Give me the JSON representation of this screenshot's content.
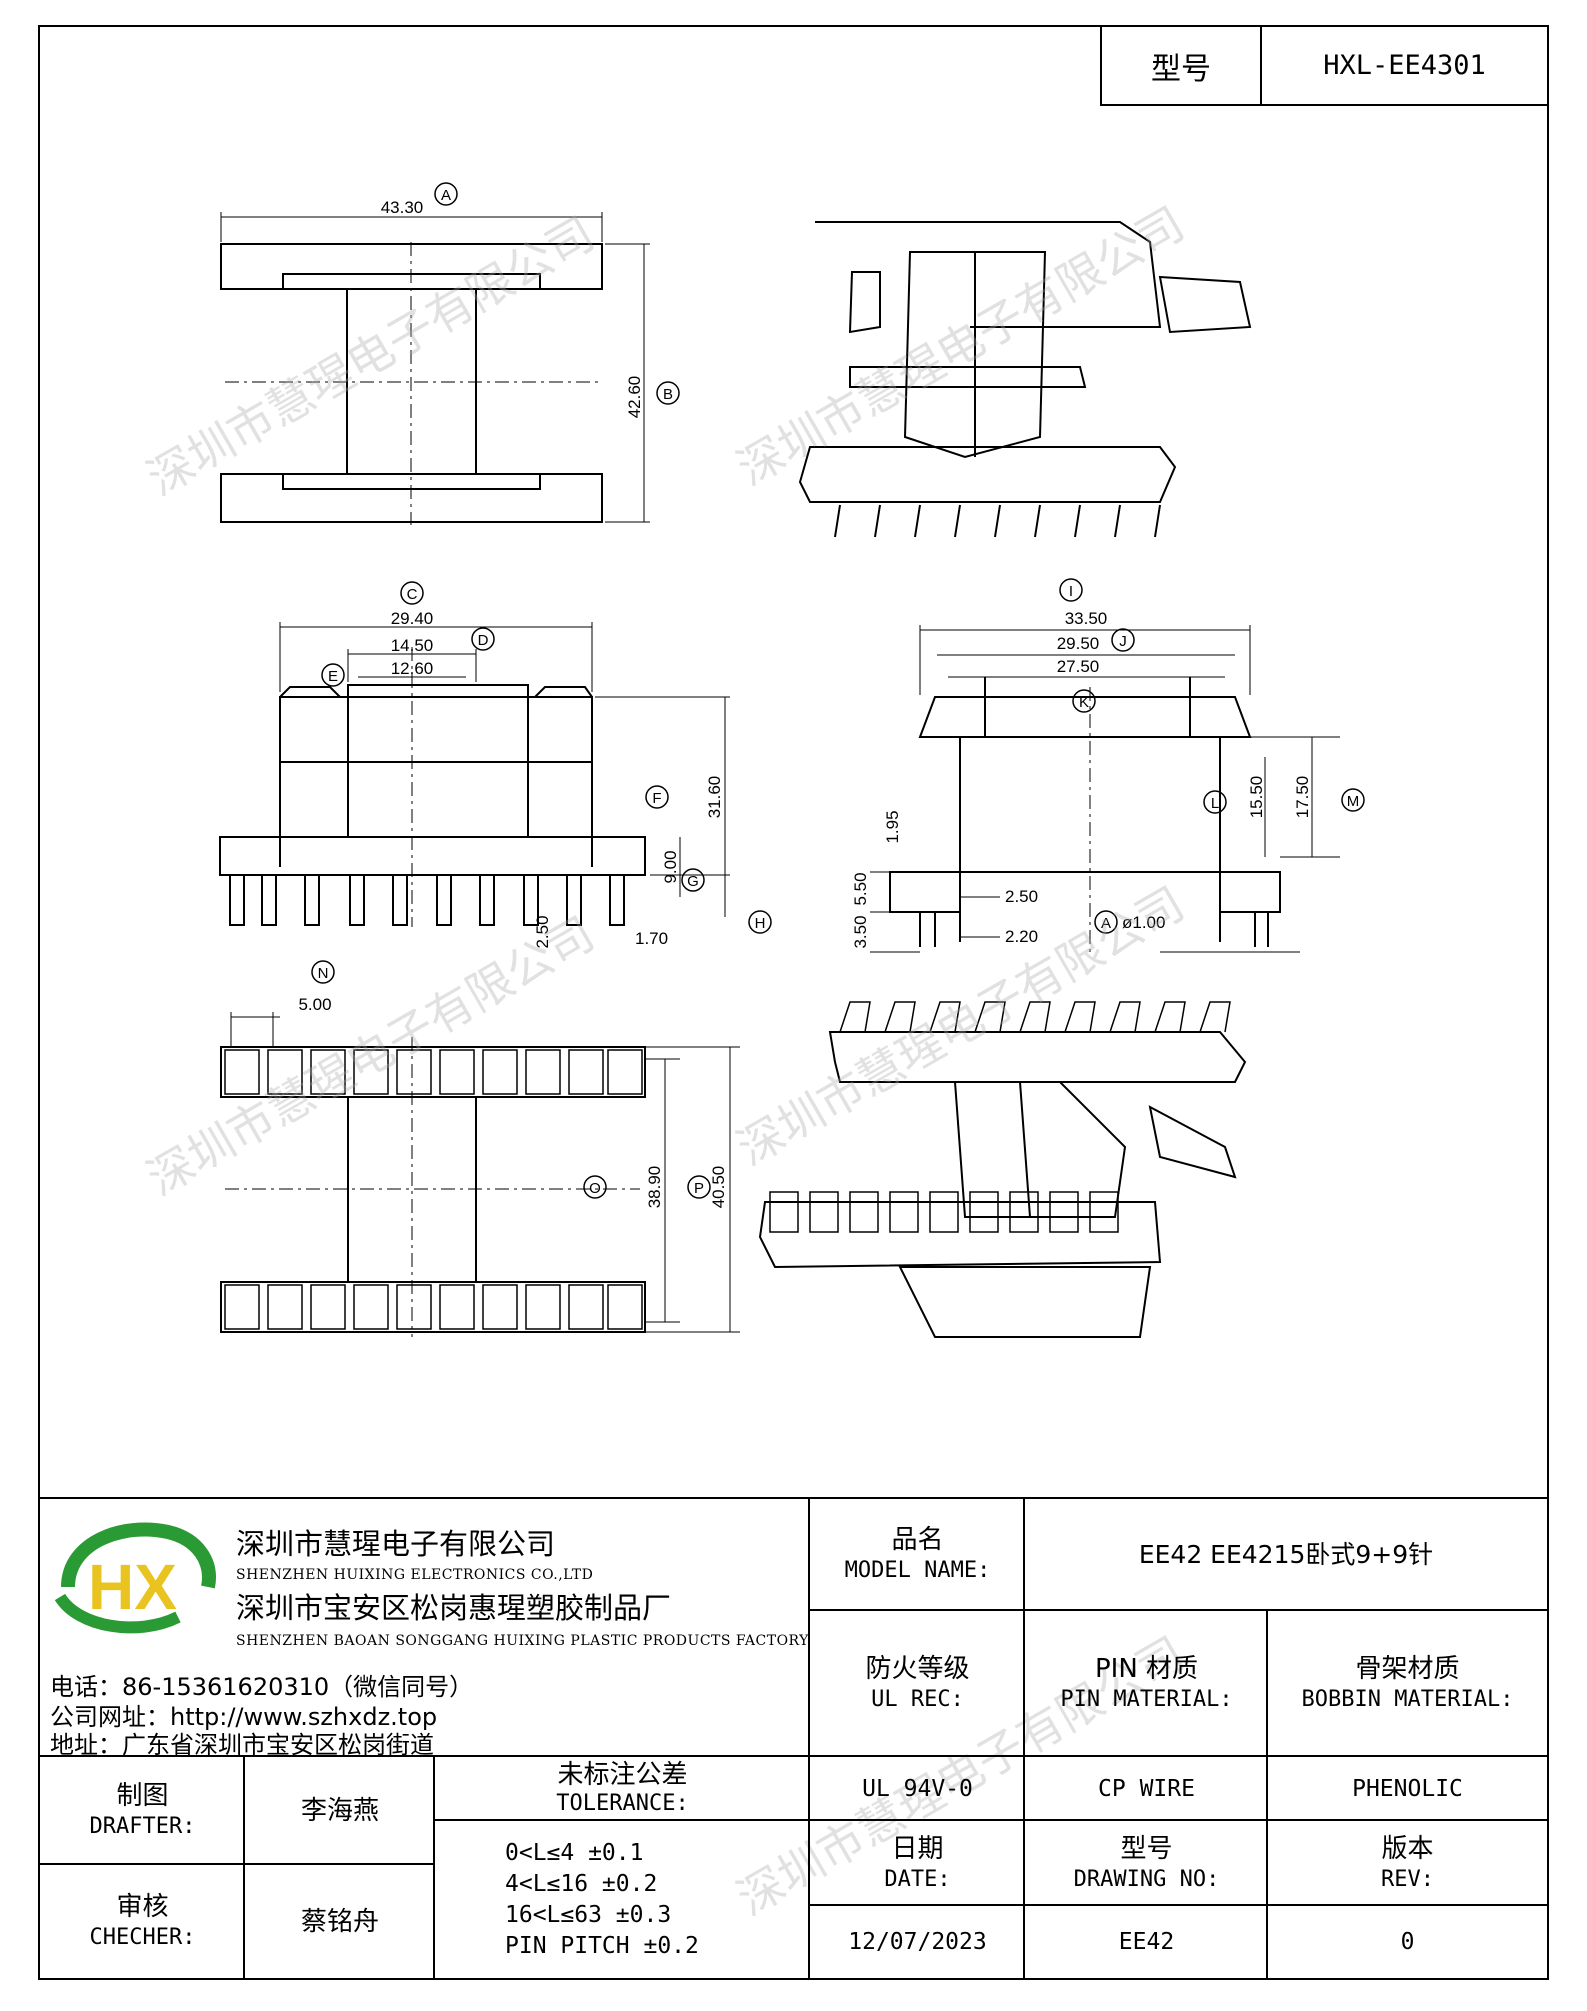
{
  "header": {
    "model_label": "型号",
    "model_value": "HXL-EE4301"
  },
  "dimensions": {
    "top_view": {
      "A_label": "A",
      "A": "43.30",
      "B_label": "B",
      "B": "42.60"
    },
    "front_view": {
      "C_label": "C",
      "C": "29.40",
      "D_label": "D",
      "D": "14.50",
      "E_label": "E",
      "E": "12.60",
      "F_label": "F",
      "F": "31.60",
      "G_label": "G",
      "G": "9.00",
      "pin_len": "2.50",
      "pin_w": "1.70"
    },
    "side_view": {
      "I_label": "I",
      "I": "33.50",
      "J_label": "J",
      "J": "29.50",
      "K_label": "K",
      "K": "27.50",
      "L_label": "L",
      "L": "15.50",
      "M_label": "M",
      "M": "17.50",
      "H_label": "H",
      "d1": "1.95",
      "d2": "5.50",
      "d3": "3.50",
      "d4": "2.50",
      "d5": "2.20",
      "dia_label": "A",
      "dia": "ø1.00"
    },
    "bottom_view": {
      "N_label": "N",
      "N": "5.00",
      "O_label": "O",
      "O": "38.90",
      "P_label": "P",
      "P": "40.50"
    }
  },
  "watermark": "深圳市慧瑆电子有限公司",
  "company": {
    "name_cn": "深圳市慧瑆电子有限公司",
    "name_en": "SHENZHEN HUIXING ELECTRONICS CO.,LTD",
    "factory_cn": "深圳市宝安区松岗惠瑆塑胶制品厂",
    "factory_en": "SHENZHEN BAOAN SONGGANG HUIXING PLASTIC PRODUCTS FACTORY",
    "phone": "电话：86-15361620310（微信同号）",
    "website": "公司网址：http://www.szhxdz.top",
    "address": "地址：广东省深圳市宝安区松岗街道",
    "logo_text": "HX",
    "colors": {
      "logo_green": "#2a9a35",
      "logo_yellow": "#e9c420"
    }
  },
  "title_block": {
    "model_name_cn": "品名",
    "model_name_en": "MODEL NAME:",
    "model_name_value": "EE42 EE4215卧式9+9针",
    "ul_cn": "防火等级",
    "ul_en": "UL REC:",
    "pin_cn": "PIN 材质",
    "pin_en": "PIN MATERIAL:",
    "bobbin_cn": "骨架材质",
    "bobbin_en": "BOBBIN MATERIAL:",
    "ul_value": "UL 94V-0",
    "pin_value": "CP WIRE",
    "bobbin_value": "PHENOLIC",
    "drafter_cn": "制图",
    "drafter_en": "DRAFTER:",
    "drafter_name": "李海燕",
    "checker_cn": "审核",
    "checker_en": "CHECHER:",
    "checker_name": "蔡铭舟",
    "tolerance_cn": "未标注公差",
    "tolerance_en": "TOLERANCE:",
    "tolerances": [
      "0<L≤4  ±0.1",
      "4<L≤16  ±0.2",
      "16<L≤63  ±0.3",
      "PIN PITCH  ±0.2"
    ],
    "date_cn": "日期",
    "date_en": "DATE:",
    "date_value": "12/07/2023",
    "drawing_cn": "型号",
    "drawing_en": "DRAWING NO:",
    "drawing_value": "EE42",
    "rev_cn": "版本",
    "rev_en": "REV:",
    "rev_value": "0"
  }
}
